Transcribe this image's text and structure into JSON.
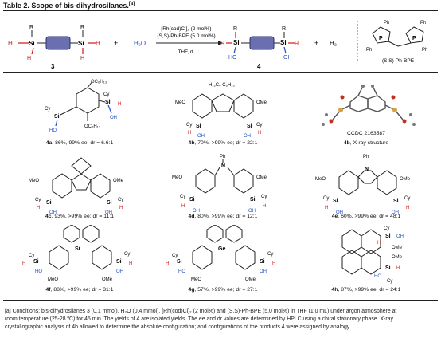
{
  "table": {
    "title": "Table 2. Scope of bis-dihydrosilanes.",
    "title_sup": "[a]"
  },
  "scheme": {
    "reactant_label": "3",
    "plus1": "+",
    "water": "H₂O",
    "cond_line1": "[Rh(cod)Cl]₂ (2 mol%)",
    "cond_line2": "(S,S)-Ph-BPE (5.0 mol%)",
    "cond_line3": "THF, rt.",
    "product_label": "4",
    "plus2": "+",
    "h2": "H₂",
    "ligand_name": "(S,S)-Ph-BPE"
  },
  "products": [
    {
      "id": "4a",
      "caption": "86%, 99% ee; dr = 6.6:1",
      "subst": "OC₆H₁₃"
    },
    {
      "id": "4b",
      "caption": "70%, >99% ee; dr = 22:1",
      "subst": "H₁₃C₆ C₆H₁₃"
    },
    {
      "id": "4b",
      "caption": "X-ray structure",
      "ccdc": "CCDC 2163587"
    },
    {
      "id": "4c",
      "caption": "93%, >99% ee; dr = 11:1"
    },
    {
      "id": "4d",
      "caption": "80%, >99% ee; dr = 12:1"
    },
    {
      "id": "4e",
      "caption": "60%, >99% ee; dr = 48:1"
    },
    {
      "id": "4f",
      "caption": "88%, >99% ee; dr = 31:1"
    },
    {
      "id": "4g",
      "caption": "57%, >99% ee; dr = 27:1"
    },
    {
      "id": "4h",
      "caption": "87%, >99% ee; dr = 24:1"
    }
  ],
  "footnote": {
    "line1": "[a] Conditions: bis-dihydrosilanes 3 (0.1 mmol), H₂O (0.4 mmol), [Rh(cod)Cl]₂ (2 mol%) and (S,S)-Ph-BPE (5.0 mol%) in THF (1.0 mL) under argon atmosphere at",
    "line2": "room temperature (25-28 ºC) for 45 min. The yields of 4 are isolated yields. The ee and dr values are determined by HPLC using a chiral stationary phase. X-ray",
    "line3": "crystallographic analysis of 4b allowed to determine the absolute configuration; and configurations of the products 4 were assigned by analogy."
  },
  "colors": {
    "silicon": "#222222",
    "hydroxyl": "#1f4fbf",
    "hydrogen": "#d01818",
    "linker": "#6a6fb0"
  }
}
